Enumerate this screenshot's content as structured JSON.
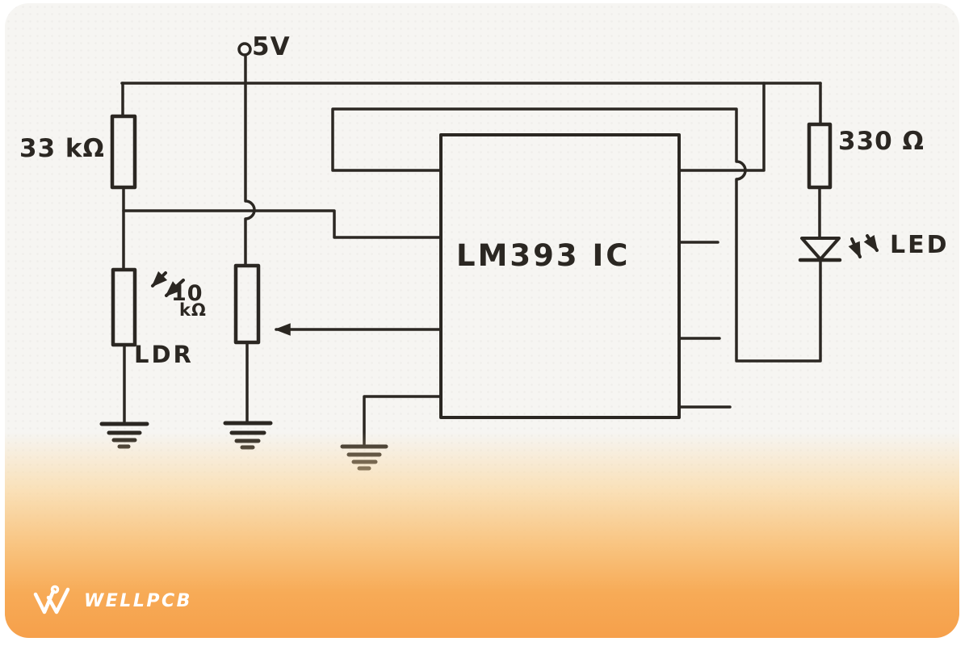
{
  "meta": {
    "description": "hand-drawn LM393 comparator LDR circuit schematic",
    "ink_color": "#2b2722",
    "paper_color": "#f6f5f2",
    "brand_orange": "#f6a04b"
  },
  "labels": {
    "supply": "5V",
    "r1_value": "33 kΩ",
    "ldr_value_top": "10",
    "ldr_value_bottom": "kΩ",
    "ldr_name": "LDR",
    "ic_name": "LM393 IC",
    "r2_value": "330 Ω",
    "led_name": "LED"
  },
  "components": [
    {
      "name": "supply-terminal",
      "label": "5V"
    },
    {
      "name": "resistor-vertical",
      "value": "33 kΩ"
    },
    {
      "name": "ldr-photoresistor",
      "value": "10 kΩ",
      "label": "LDR",
      "icon": "light-arrows-in"
    },
    {
      "name": "potentiometer",
      "icon": "wiper-arrow"
    },
    {
      "name": "comparator-ic",
      "label": "LM393 IC"
    },
    {
      "name": "resistor-vertical",
      "value": "330 Ω"
    },
    {
      "name": "led-diode",
      "label": "LED",
      "icon": "light-arrows-out"
    },
    {
      "name": "ground-symbol",
      "count": 3
    }
  ],
  "logo": {
    "text": "WELLPCB",
    "icon": "wellpcb-w-mark"
  }
}
